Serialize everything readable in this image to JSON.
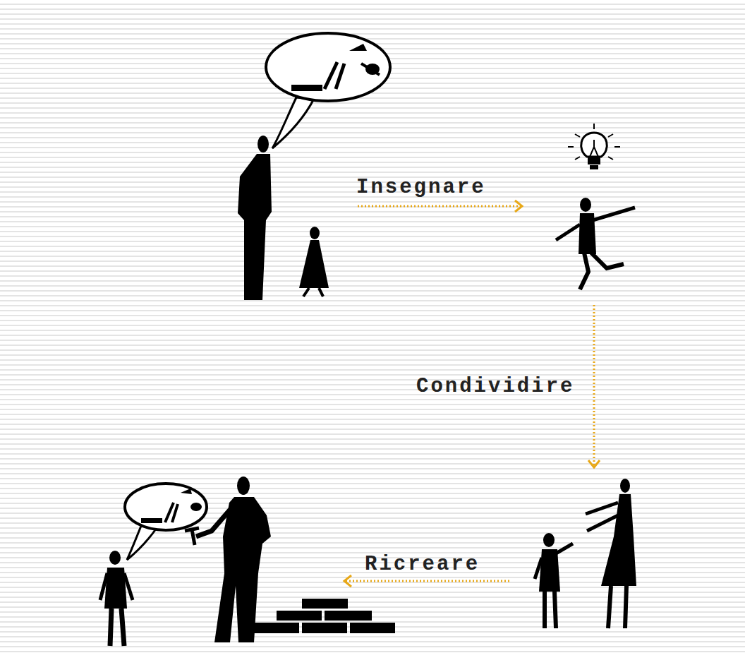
{
  "diagram": {
    "labels": [
      "Insegnare",
      "Condividire",
      "Ricreare"
    ]
  }
}
